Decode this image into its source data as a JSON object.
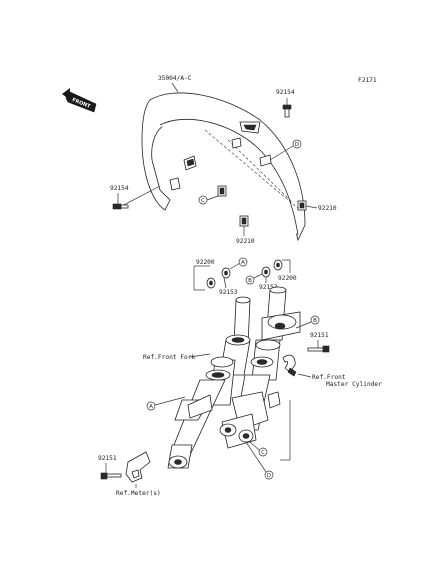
{
  "figure_code": "F2171",
  "front_badge": "FRONT",
  "part_numbers": {
    "fender": "35004/A-C",
    "bolt_a": "92154",
    "bolt_b": "92154",
    "nut_right": "92210",
    "nut_lower": "92210",
    "washer_left": "92200",
    "washer_right": "92200",
    "collar_left": "92153",
    "collar_right": "92153",
    "bolt_fork": "92151",
    "bolt_meter": "92151"
  },
  "references": {
    "front_fork": "Ref.Front Fork",
    "master_cyl_line1": "Ref.Front",
    "master_cyl_line2": "Master Cylinder",
    "meter": "Ref.Meter(s)"
  },
  "callouts": {
    "a": "A",
    "b": "B",
    "c": "C",
    "d": "D"
  }
}
